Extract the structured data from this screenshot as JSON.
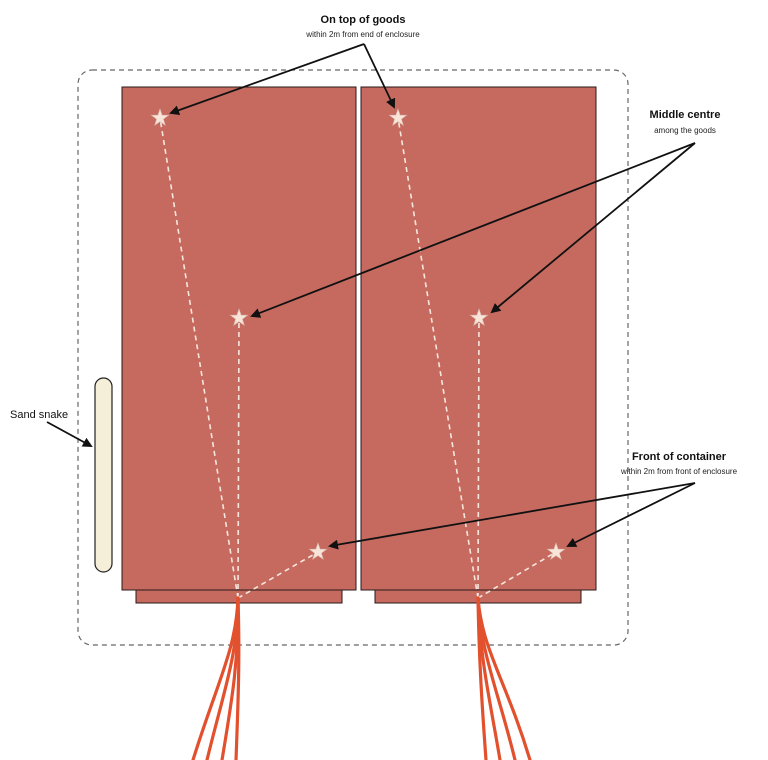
{
  "colors": {
    "container_fill": "#c66a60",
    "container_stroke": "#2a1a18",
    "enclosure_stroke": "#666666",
    "sand_snake_fill": "#f5eed9",
    "sensor_star_fill": "#f8e4d8",
    "sensor_line": "#f6e6dc",
    "cable": "#e2502d",
    "arrow": "#111111"
  },
  "labels": {
    "top": {
      "title": "On top of goods",
      "subtitle": "within 2m from end of enclosure"
    },
    "middle": {
      "title": "Middle centre",
      "subtitle": "among the goods"
    },
    "front": {
      "title": "Front of container",
      "subtitle": "within 2m from front of enclosure"
    },
    "sand_snake": "Sand snake"
  },
  "icons": {
    "sensor": "star-icon",
    "arrow": "arrow-icon",
    "cable": "cable-icon"
  }
}
